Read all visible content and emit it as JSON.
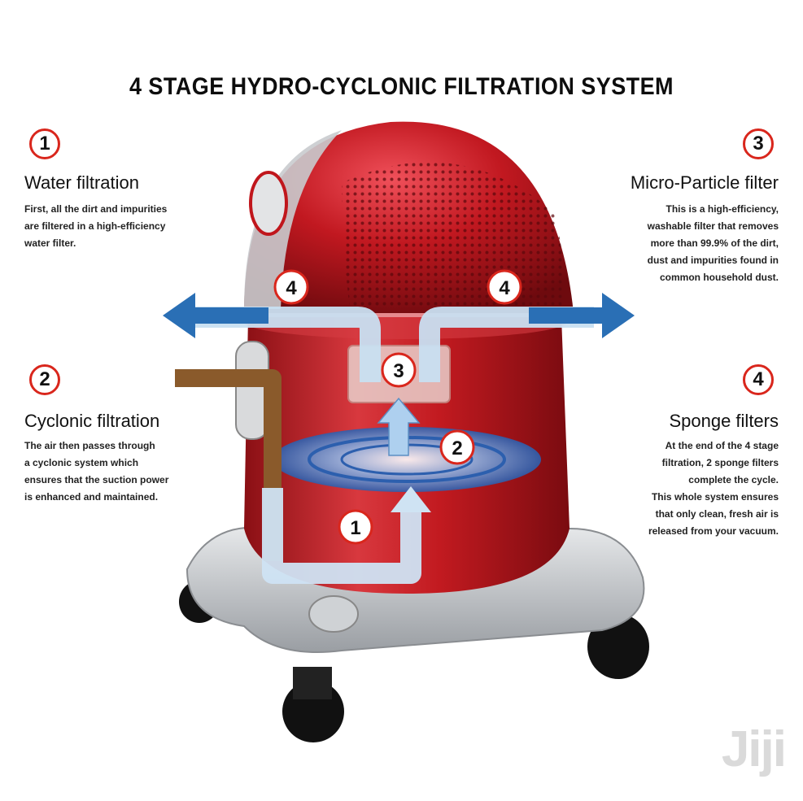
{
  "title": "4 STAGE HYDRO-CYCLONIC FILTRATION SYSTEM",
  "stages": [
    {
      "number": "1",
      "heading": "Water filtration",
      "lines": [
        "First, all the dirt and impurities",
        "are filtered in a high-efficiency",
        "water filter."
      ]
    },
    {
      "number": "2",
      "heading": "Cyclonic filtration",
      "lines": [
        "The air then passes through",
        "a cyclonic system which",
        "ensures that the suction power",
        "is enhanced and maintained."
      ]
    },
    {
      "number": "3",
      "heading": "Micro-Particle filter",
      "lines": [
        "This is a high-efficiency,",
        "washable filter that removes",
        "more than 99.9% of the dirt,",
        "dust and impurities found in",
        "common household dust."
      ]
    },
    {
      "number": "4",
      "heading": "Sponge filters",
      "lines": [
        "At the end of the 4 stage",
        "filtration, 2 sponge filters",
        "complete the cycle.",
        "This whole system ensures",
        "that only clean, fresh air is",
        "released from your vacuum."
      ]
    }
  ],
  "diagram_markers": {
    "water": "1",
    "cyclone": "2",
    "micro": "3",
    "sponge_left": "4",
    "sponge_right": "4"
  },
  "watermark": "Jiji",
  "colors": {
    "badge_border": "#d9261c",
    "body_red": "#b5161a",
    "arrow_blue": "#2a6fb5",
    "pipe_blue": "#bcd8ee",
    "hose_brown": "#8a5a2b",
    "base_gray": "#bfc2c6"
  }
}
